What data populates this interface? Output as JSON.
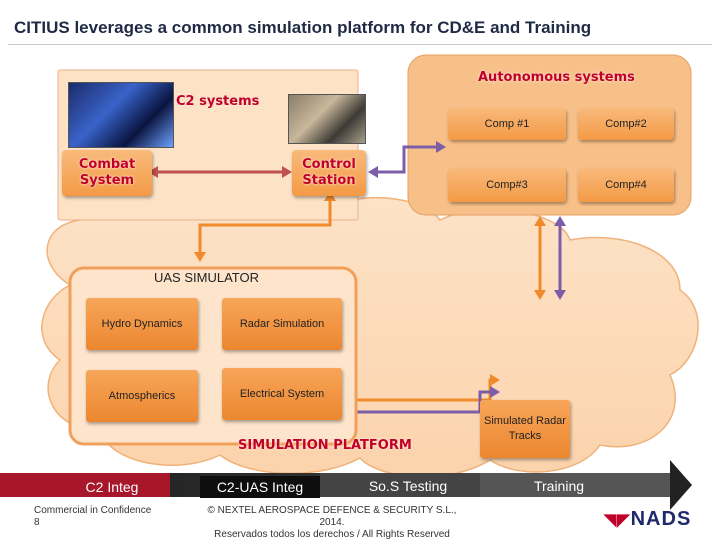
{
  "title": "CITIUS leverages a common simulation platform for CD&E and Training",
  "c2_systems": {
    "heading": "C2 systems",
    "combat_system": "Combat System",
    "control_station": "Control Station"
  },
  "autonomous_systems": {
    "heading": "Autonomous systems",
    "components": [
      "Comp #1",
      "Comp#2",
      "Comp#3",
      "Comp#4"
    ]
  },
  "uas_simulator": {
    "heading": "UAS SIMULATOR",
    "modules": [
      "Hydro Dynamics",
      "Radar Simulation",
      "Atmospherics",
      "Electrical System"
    ]
  },
  "simulated_radar_tracks": "Simulated Radar Tracks",
  "platform_label": "SIMULATION PLATFORM",
  "timeline": [
    "C2 Integ",
    "C2-UAS Integ",
    "So.S Testing",
    "Training"
  ],
  "footer": {
    "confidence": "Commercial in Confidence",
    "page_number": "8",
    "copyright": "© NEXTEL AEROSPACE DEFENCE & SECURITY S.L., 2014.",
    "rights": "Reservados todos los derechos / All Rights Reserved",
    "logo": "NADS"
  },
  "colors": {
    "cloud": "#fcdcbc",
    "accent_red": "#c0002a",
    "arrow_orange": "#f08a2c",
    "arrow_purple": "#7b5ea7",
    "arrow_red": "#c0504d",
    "timeline_dark": "#1a1a1a",
    "timeline_red": "#a8162a"
  }
}
